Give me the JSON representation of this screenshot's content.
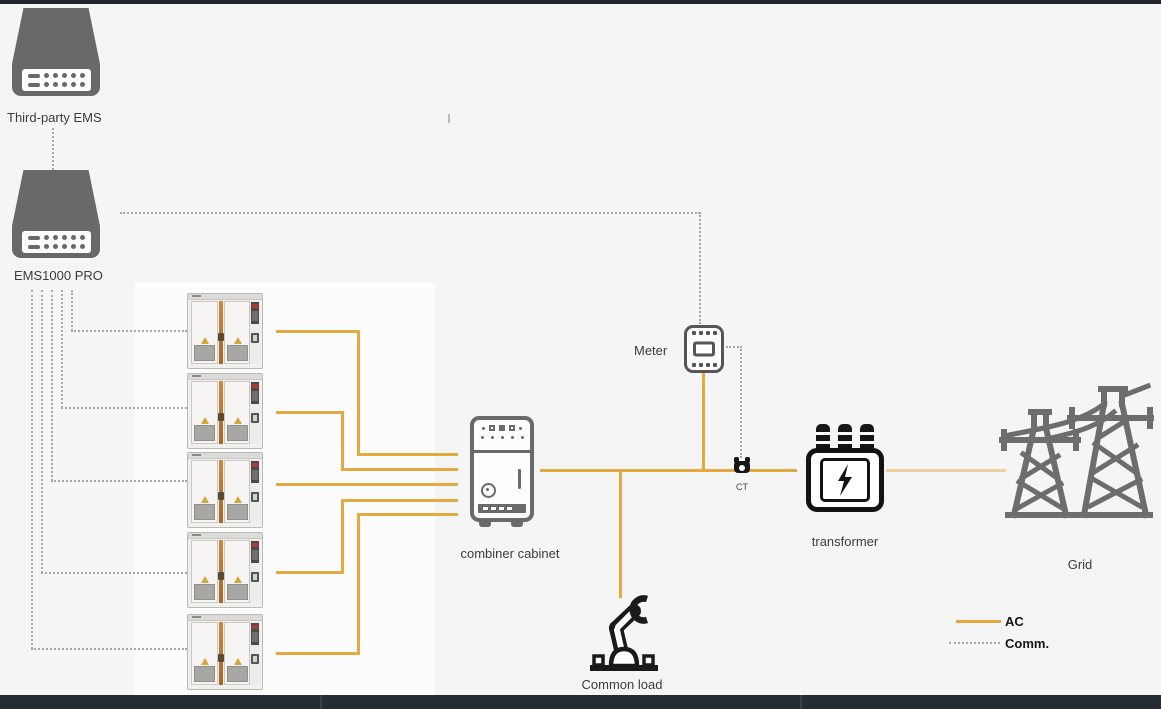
{
  "diagram": {
    "labels": {
      "third_party_ems": "Third-party EMS",
      "ems1000_pro": "EMS1000 PRO",
      "meter": "Meter",
      "ct": "CT",
      "combiner_cabinet": "combiner cabinet",
      "transformer": "transformer",
      "grid": "Grid",
      "common_load": "Common load"
    },
    "legend": {
      "ac_label": "AC",
      "comm_label": "Comm."
    },
    "colors": {
      "ac_line": "#E4A93F",
      "ac_line_pale": "#F2CE9C",
      "comm_line": "#A8A8A8",
      "device_gray": "#696969",
      "transformer_black": "#131313"
    },
    "battery_cabinet_count": 5
  }
}
